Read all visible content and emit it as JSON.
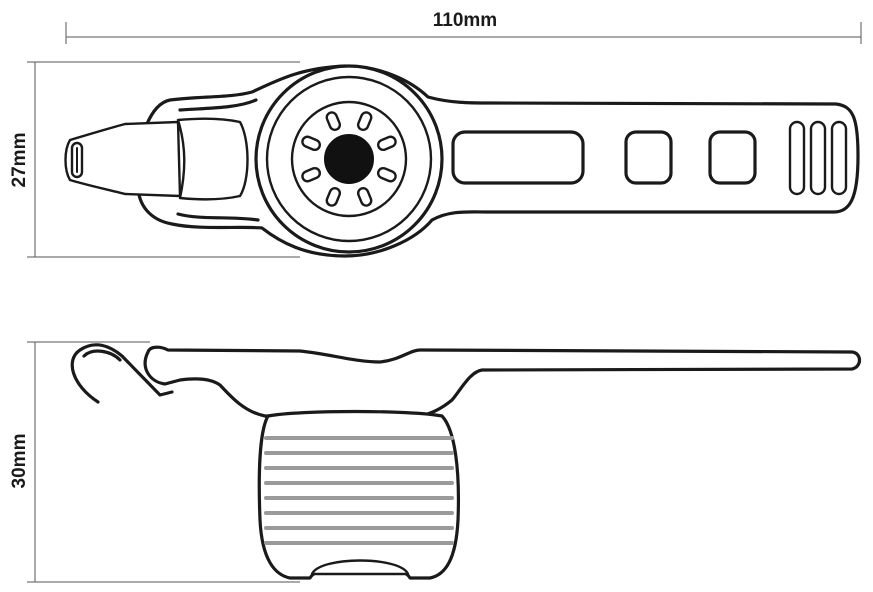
{
  "dimensions": {
    "length": "110mm",
    "top_height": "27mm",
    "side_height": "30mm"
  }
}
